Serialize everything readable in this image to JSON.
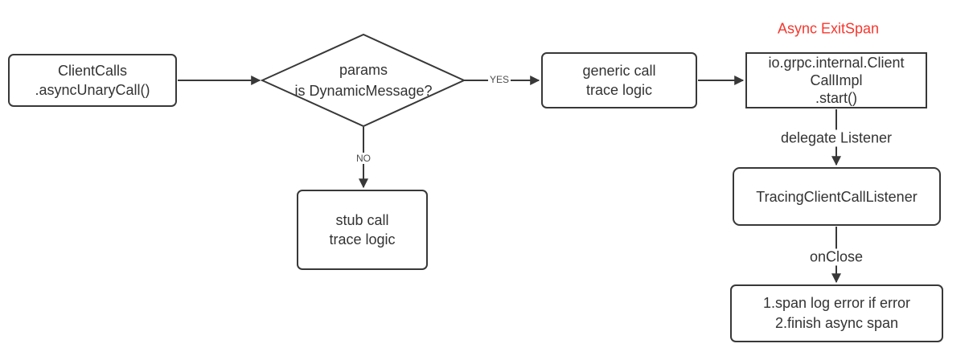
{
  "diagram": {
    "annotation": {
      "span_type_label": "Async ExitSpan"
    },
    "nodes": {
      "client_calls": {
        "line1": "ClientCalls",
        "line2": ".asyncUnaryCall()"
      },
      "decision": {
        "line1": "params",
        "line2": "is DynamicMessage?"
      },
      "generic_call": {
        "line1": "generic call",
        "line2": "trace logic"
      },
      "stub_call": {
        "line1": "stub call",
        "line2": "trace logic"
      },
      "client_call_impl": {
        "line1": "io.grpc.internal.Client",
        "line2": "CallImpl",
        "line3": ".start()"
      },
      "tracing_listener": {
        "label": "TracingClientCallListener"
      },
      "onclose_actions": {
        "line1": "1.span log error if error",
        "line2": "2.finish async span"
      }
    },
    "edge_labels": {
      "yes": "YES",
      "no": "NO",
      "delegate": "delegate Listener",
      "on_close": "onClose"
    },
    "colors": {
      "stroke": "#383838",
      "text": "#333333",
      "accent_red": "#f5372e",
      "background": "#ffffff"
    }
  }
}
